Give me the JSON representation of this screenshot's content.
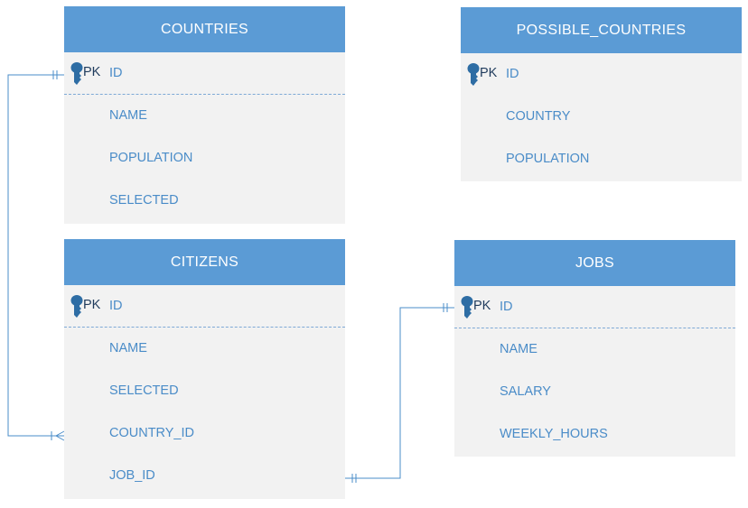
{
  "tables": {
    "countries": {
      "title": "COUNTRIES",
      "pk_label": "PK",
      "fields": [
        "ID",
        "NAME",
        "POPULATION",
        "SELECTED"
      ]
    },
    "possible_countries": {
      "title": "POSSIBLE_COUNTRIES",
      "pk_label": "PK",
      "fields": [
        "ID",
        "COUNTRY",
        "POPULATION"
      ]
    },
    "citizens": {
      "title": "CITIZENS",
      "pk_label": "PK",
      "fields": [
        "ID",
        "NAME",
        "SELECTED",
        "COUNTRY_ID",
        "JOB_ID"
      ]
    },
    "jobs": {
      "title": "JOBS",
      "pk_label": "PK",
      "fields": [
        "ID",
        "NAME",
        "SALARY",
        "WEEKLY_HOURS"
      ]
    }
  },
  "relationships": [
    {
      "from": "citizens.COUNTRY_ID",
      "to": "countries.ID",
      "from_cardinality": "many-mandatory",
      "to_cardinality": "one-mandatory"
    },
    {
      "from": "citizens.JOB_ID",
      "to": "jobs.ID",
      "from_cardinality": "one-mandatory",
      "to_cardinality": "one-mandatory"
    }
  ],
  "colors": {
    "header": "#5b9bd5",
    "body": "#f2f2f2",
    "field_text": "#4a8cc8",
    "line": "#4a8cc8",
    "key_icon": "#2e6da4"
  }
}
